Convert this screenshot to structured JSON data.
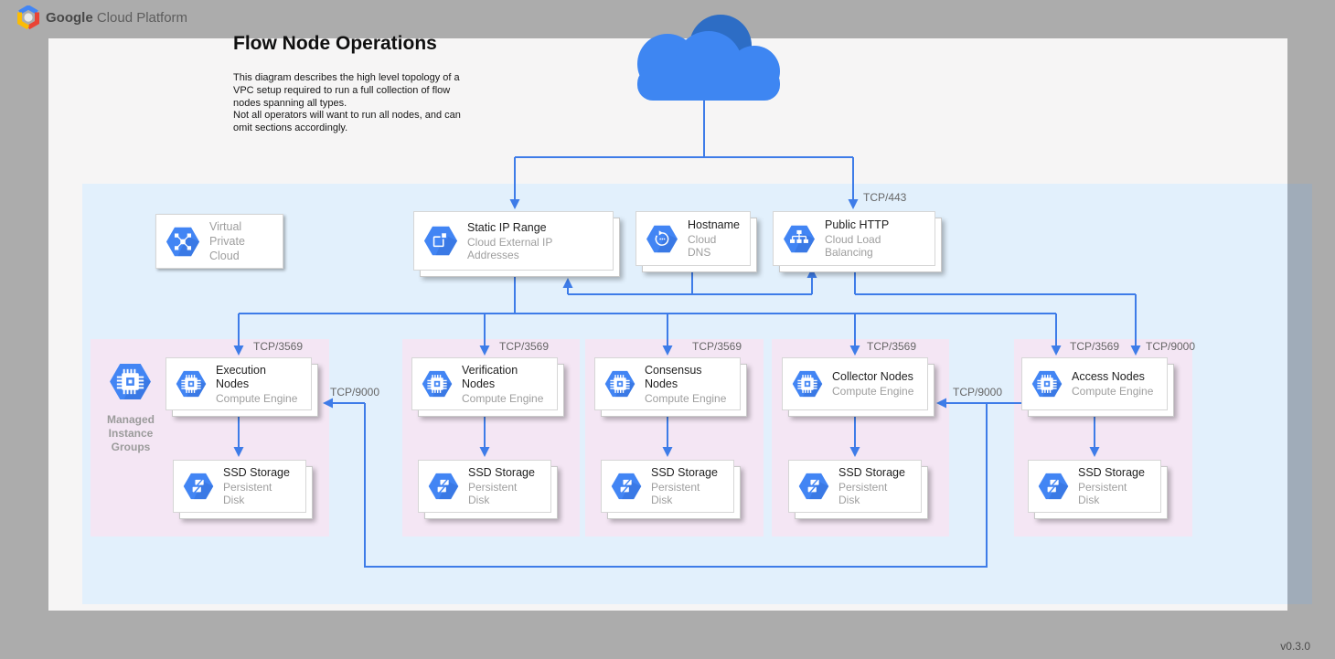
{
  "header": {
    "brand_bold": "Google",
    "brand_rest": " Cloud Platform"
  },
  "title": "Flow Node Operations",
  "description": "This diagram describes the high level topology of a\nVPC setup required to run a full collection of flow\nnodes spanning all types.\nNot all operators will want to run all nodes, and can\nomit sections accordingly.",
  "version": "v0.3.0",
  "cards": {
    "vpc": {
      "title": "Virtual\nPrivate Cloud"
    },
    "static_ip": {
      "title": "Static IP Range",
      "subtitle": "Cloud External IP Addresses"
    },
    "hostname": {
      "title": "Hostname",
      "subtitle": "Cloud DNS"
    },
    "public_http": {
      "title": "Public HTTP",
      "subtitle": "Cloud Load Balancing"
    }
  },
  "mig_label": "Managed\nInstance\nGroups",
  "groups": [
    {
      "name": "execution",
      "node": {
        "title": "Execution Nodes",
        "subtitle": "Compute Engine"
      },
      "storage": {
        "title": "SSD Storage",
        "subtitle": "Persistent Disk"
      }
    },
    {
      "name": "verification",
      "node": {
        "title": "Verification Nodes",
        "subtitle": "Compute Engine"
      },
      "storage": {
        "title": "SSD Storage",
        "subtitle": "Persistent Disk"
      }
    },
    {
      "name": "consensus",
      "node": {
        "title": "Consensus Nodes",
        "subtitle": "Compute Engine"
      },
      "storage": {
        "title": "SSD Storage",
        "subtitle": "Persistent Disk"
      }
    },
    {
      "name": "collector",
      "node": {
        "title": "Collector Nodes",
        "subtitle": "Compute Engine"
      },
      "storage": {
        "title": "SSD Storage",
        "subtitle": "Persistent Disk"
      }
    },
    {
      "name": "access",
      "node": {
        "title": "Access Nodes",
        "subtitle": "Compute Engine"
      },
      "storage": {
        "title": "SSD Storage",
        "subtitle": "Persistent Disk"
      }
    }
  ],
  "labels": {
    "tcp_443": "TCP/443",
    "tcp_3569": "TCP/3569",
    "tcp_9000": "TCP/9000"
  },
  "icons": {
    "logo": "gcp-hexagon-logo",
    "cloud": "cloud-icon",
    "vpc": "virtual-private-cloud-icon",
    "external_ip": "external-ip-icon",
    "dns": "cloud-dns-icon",
    "load_balancer": "cloud-load-balancing-icon",
    "compute": "compute-engine-icon",
    "disk": "persistent-disk-icon",
    "mig": "managed-instance-groups-icon"
  },
  "colors": {
    "accent": "#4285f4",
    "line": "#3e7ce8",
    "vpc_zone": "#e2f0fc",
    "group_bg": "#f4e6f4",
    "canvas": "#f6f5f5",
    "page_bg": "#acacac"
  }
}
